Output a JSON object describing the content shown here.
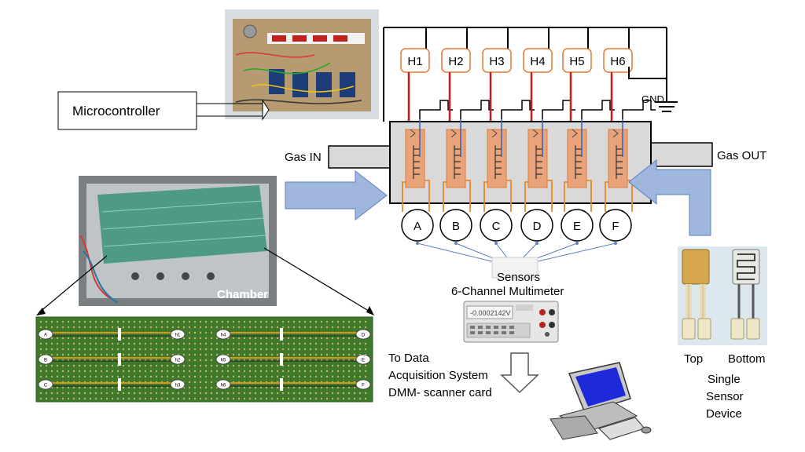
{
  "heaters": [
    "H1",
    "H2",
    "H3",
    "H4",
    "H5",
    "H6"
  ],
  "sensors": [
    "A",
    "B",
    "C",
    "D",
    "E",
    "F"
  ],
  "labels": {
    "gnd": "GND",
    "gas_in": "Gas IN",
    "gas_out": "Gas OUT",
    "microcontroller": "Microcontroller",
    "chamber": "Chamber",
    "sensors": "Sensors",
    "multimeter": "6-Channel Multimeter",
    "daq_line1": "To Data",
    "daq_line2": "Acquisition System",
    "daq_line3": "DMM- scanner card",
    "top": "Top",
    "bottom": "Bottom",
    "single1": "Single",
    "single2": "Sensor",
    "single3": "Device"
  },
  "pcb": {
    "row_left": [
      "A",
      "B",
      "C"
    ],
    "row_h_left": [
      "h1",
      "h2",
      "h3"
    ],
    "row_h_right": [
      "h4",
      "h5",
      "h6"
    ],
    "row_right": [
      "D",
      "E",
      "F"
    ]
  },
  "colors": {
    "heater_box": "#e07a35",
    "red_wire": "#cc1a1a",
    "blue_wire": "#3a5fb0",
    "orange_wire": "#e8872a",
    "sensor_fill": "#e9a37a",
    "chamber_fill": "#d9d9d9",
    "arrow_fill": "#9fb7dd",
    "pcb_green": "#3f7a2c",
    "pcb_trace": "#d49a1e"
  }
}
